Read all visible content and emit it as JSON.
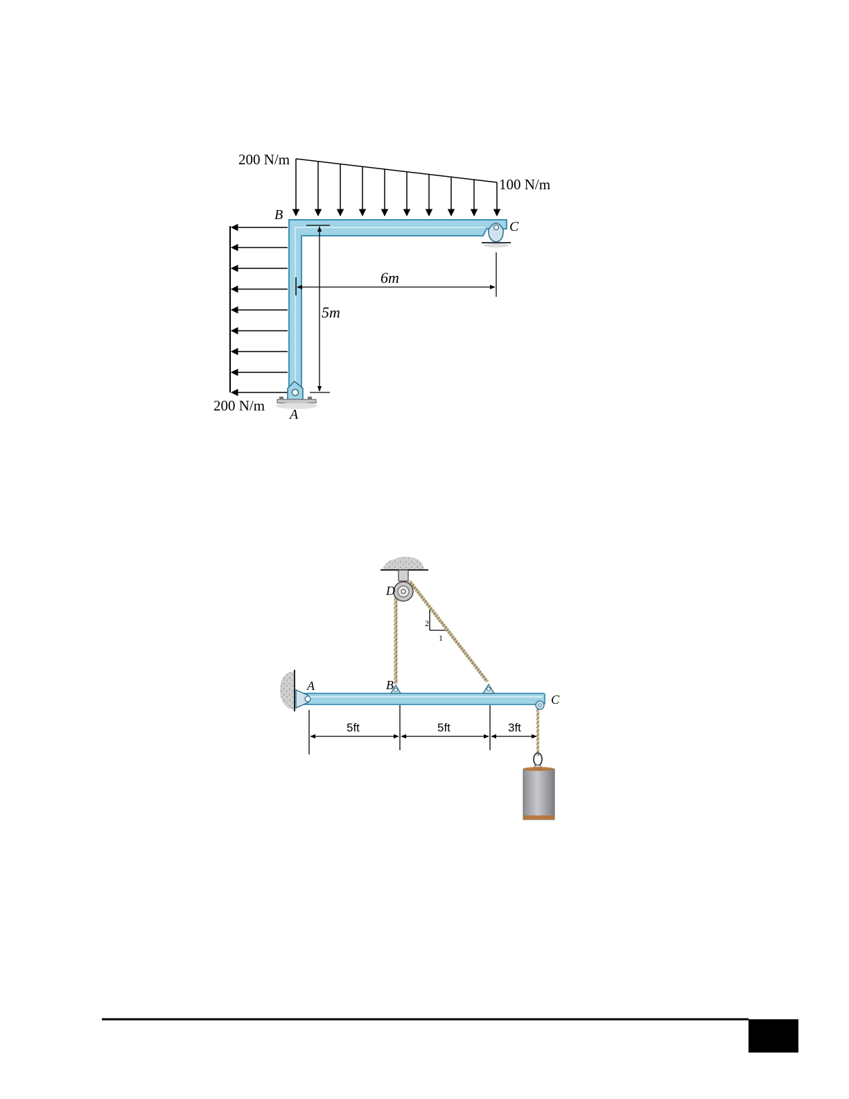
{
  "figure1": {
    "load_top_left": "200 N/m",
    "load_top_right": "100 N/m",
    "load_left_bottom": "200 N/m",
    "point_a": "A",
    "point_b": "B",
    "point_c": "C",
    "dim_horizontal": "6m",
    "dim_vertical": "5m"
  },
  "figure2": {
    "point_a": "A",
    "point_b": "B",
    "point_c": "C",
    "point_d": "D",
    "slope_rise": "2",
    "slope_run": "1",
    "dim_1": "5ft",
    "dim_2": "5ft",
    "dim_3": "3ft"
  },
  "colors": {
    "member_fill": "#9fd3e6",
    "member_stroke": "#3d8fb0",
    "weight_fill": "#a9a9ad",
    "weight_rim": "#b87333",
    "footer_box": "#000000"
  },
  "icons": {
    "pin_support": "pin-support-icon",
    "roller_support": "rocker-support-icon",
    "pulley": "pulley-icon",
    "weight": "cylinder-weight-icon"
  }
}
